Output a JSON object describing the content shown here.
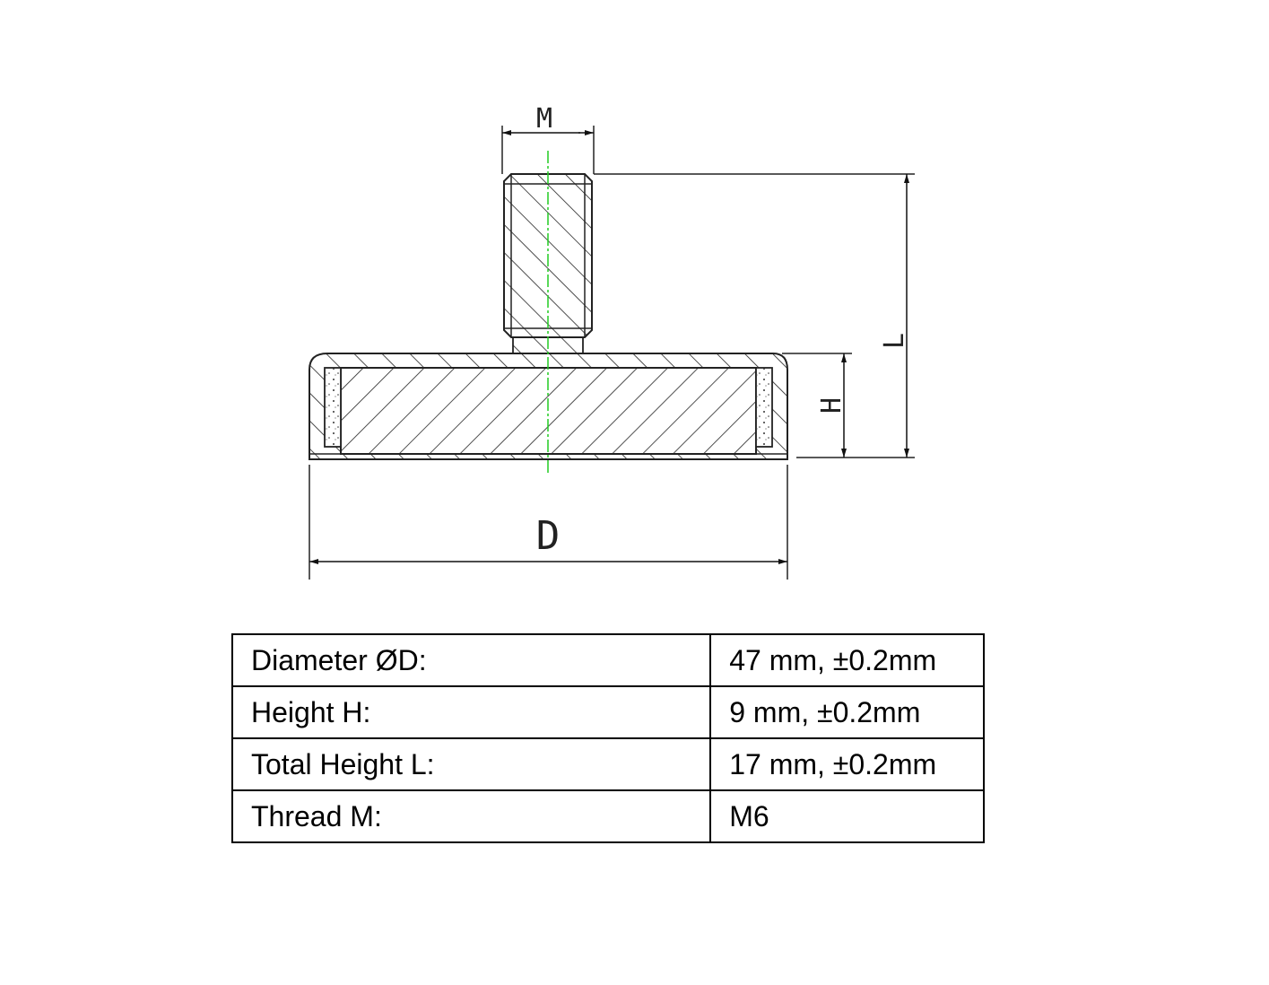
{
  "drawing": {
    "title": "Threaded pot magnet technical drawing",
    "dimension_labels": {
      "thread": "M",
      "diameter": "D",
      "height": "H",
      "total_height": "L"
    },
    "colors": {
      "line": "#222222",
      "centerline": "#22cc22",
      "background": "#ffffff"
    }
  },
  "specs": {
    "rows": [
      {
        "label": "Diameter ØD:",
        "value": "47 mm, ±0.2mm"
      },
      {
        "label": "Height H:",
        "value": "9 mm, ±0.2mm"
      },
      {
        "label": "Total Height L:",
        "value": "17 mm, ±0.2mm"
      },
      {
        "label": "Thread M:",
        "value": "M6"
      }
    ]
  }
}
